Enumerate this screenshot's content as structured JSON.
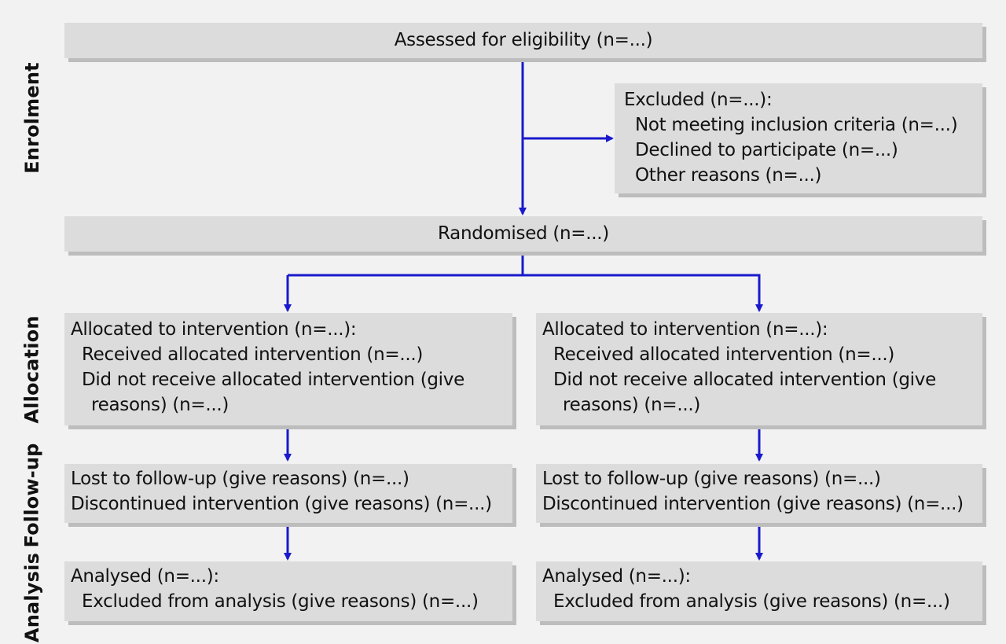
{
  "stages": {
    "enrolment": "Enrolment",
    "allocation": "Allocation",
    "followup": "Follow-up",
    "analysis": "Analysis"
  },
  "assessed": "Assessed for eligibility (n=...)",
  "excluded": {
    "title": "Excluded (n=...):",
    "not_meeting": "Not meeting inclusion criteria (n=...)",
    "declined": "Declined to participate (n=...)",
    "other": "Other reasons (n=...)"
  },
  "randomised": "Randomised (n=...)",
  "arms": [
    {
      "allocation": {
        "title": "Allocated to intervention (n=...):",
        "received": "Received allocated intervention (n=...)",
        "not_received_1": "Did not receive allocated intervention (give",
        "not_received_2": "reasons) (n=...)"
      },
      "followup": {
        "lost": "Lost to follow-up (give reasons) (n=...)",
        "discontinued": "Discontinued intervention (give reasons) (n=...)"
      },
      "analysis": {
        "title": "Analysed (n=...):",
        "excluded": "Excluded from analysis (give reasons) (n=...)"
      }
    },
    {
      "allocation": {
        "title": "Allocated to intervention (n=...):",
        "received": "Received allocated intervention (n=...)",
        "not_received_1": "Did not receive allocated intervention (give",
        "not_received_2": "reasons) (n=...)"
      },
      "followup": {
        "lost": "Lost to follow-up (give reasons) (n=...)",
        "discontinued": "Discontinued intervention (give reasons) (n=...)"
      },
      "analysis": {
        "title": "Analysed (n=...):",
        "excluded": "Excluded from analysis (give reasons) (n=...)"
      }
    }
  ],
  "colors": {
    "arrow": "#1a1acc",
    "box": "#dcdcdc",
    "shadow": "#bdbdbd",
    "background": "#f2f2f2"
  }
}
